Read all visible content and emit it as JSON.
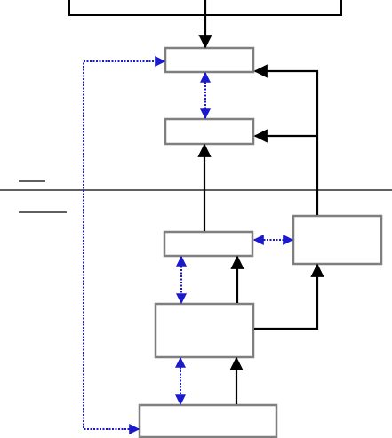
{
  "diagram": {
    "boxes": [
      {
        "id": "top-box",
        "label": ""
      },
      {
        "id": "box-1",
        "label": ""
      },
      {
        "id": "box-2",
        "label": ""
      },
      {
        "id": "box-3",
        "label": ""
      },
      {
        "id": "box-4",
        "label": ""
      },
      {
        "id": "box-5",
        "label": ""
      },
      {
        "id": "side-box",
        "label": ""
      }
    ],
    "legend_labels": [
      "",
      ""
    ],
    "colors": {
      "solid_arrow": "#000000",
      "dotted_arrow": "#1a1acc",
      "box_border": "#7f7f7f",
      "divider": "#000000"
    }
  }
}
